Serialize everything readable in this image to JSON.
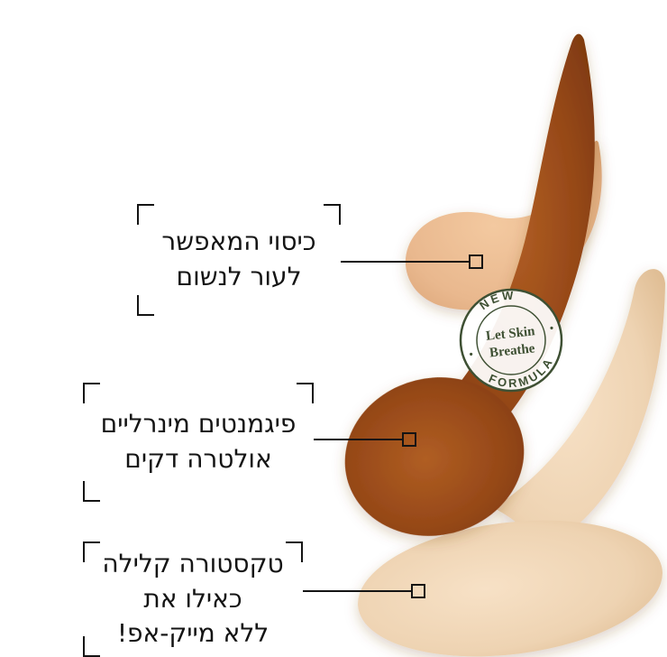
{
  "page": {
    "background": "#ffffff"
  },
  "swatches": {
    "light": {
      "label": "light-beige-swatch",
      "color": "#e9b88e"
    },
    "dark": {
      "label": "terracotta-swatch",
      "color": "#964818"
    },
    "cream": {
      "label": "cream-swatch",
      "color": "#eed3b2"
    }
  },
  "badge": {
    "top_text": "NEW",
    "bottom_text": "FORMULA",
    "center_line1": "Let Skin",
    "center_line2": "Breathe",
    "dot": "•",
    "color": "#3e5033"
  },
  "callouts": [
    {
      "lines": [
        "כיסוי המאפשר",
        "לעור לנשום"
      ]
    },
    {
      "lines": [
        "פיגמנטים מינרליים",
        "אולטרה דקים"
      ]
    },
    {
      "lines": [
        "טקסטורה קלילה",
        "כאילו את",
        "ללא מייק-אפ!"
      ]
    }
  ]
}
